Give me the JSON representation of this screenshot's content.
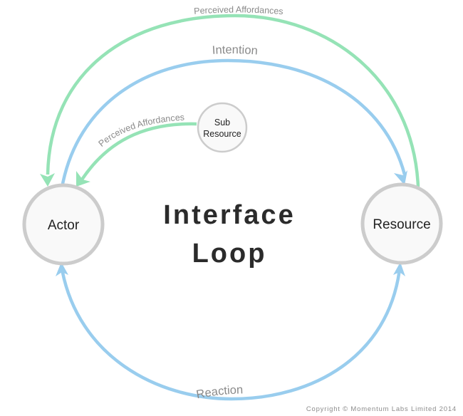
{
  "title": {
    "line1": "Interface",
    "line2": "Loop"
  },
  "colors": {
    "green": "#95e3b6",
    "blue": "#99cdee",
    "node_stroke": "#cccccc",
    "node_fill": "#f9f9f9"
  },
  "nodes": {
    "actor": {
      "label": "Actor"
    },
    "resource": {
      "label": "Resource"
    },
    "sub_resource": {
      "line1": "Sub",
      "line2": "Resource"
    }
  },
  "edges": {
    "perceived_affordances_outer": {
      "label": "Perceived Affordances",
      "from": "Resource",
      "to": "Actor",
      "color": "green"
    },
    "intention": {
      "label": "Intention",
      "from": "Actor",
      "to": "Resource",
      "color": "blue"
    },
    "perceived_affordances_inner": {
      "label": "Perceived Affordances",
      "from": "Sub Resource",
      "to": "Actor",
      "color": "green"
    },
    "reaction": {
      "label": "Reaction",
      "from": "bottom",
      "to": "Actor and Resource",
      "color": "blue"
    }
  },
  "footer": {
    "copyright": "Copyright © Momentum Labs Limited 2014"
  }
}
